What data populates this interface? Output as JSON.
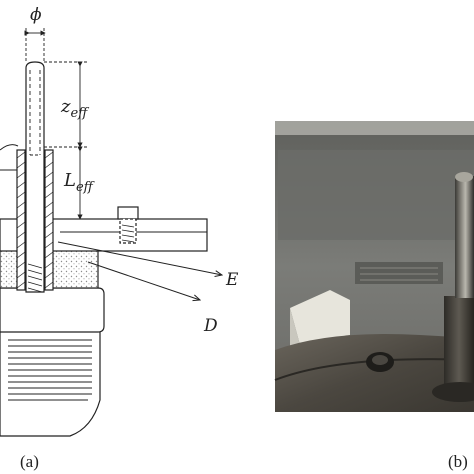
{
  "figure": {
    "labels": {
      "phi": "ϕ",
      "z_main": "z",
      "z_sub": "eff",
      "L_main": "L",
      "L_sub": "eff",
      "E": "E",
      "D": "D"
    },
    "captions": {
      "a": "(a)",
      "b": "(b)"
    },
    "colors": {
      "ink": "#222222",
      "dots": "#9a9a9a",
      "photo_bg": "#6e6f6b"
    }
  }
}
